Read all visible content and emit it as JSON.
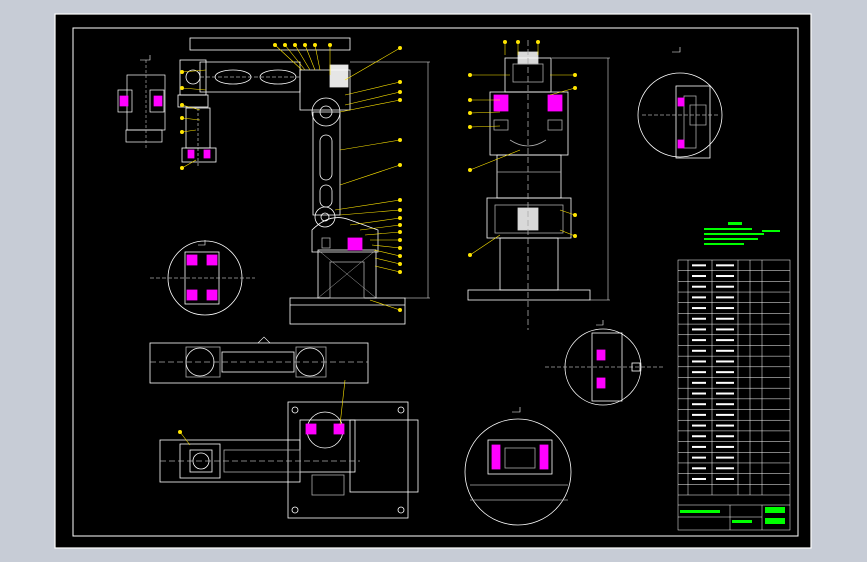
{
  "colors": {
    "background": "#c7ccd6",
    "sheet": "#000000",
    "border": "#ffffff",
    "leader": "#ffe500",
    "accent_magenta": "#ff00ff",
    "notes_green": "#00ff00",
    "hatch": "#aaaaaa"
  },
  "views": [
    {
      "id": "main-elevation",
      "label": "main-elevation-view"
    },
    {
      "id": "side-elevation",
      "label": "side-elevation-view"
    },
    {
      "id": "top-plan",
      "label": "top-plan-view"
    },
    {
      "id": "detail-a",
      "label": "detail-view-a"
    },
    {
      "id": "detail-b",
      "label": "detail-view-b"
    },
    {
      "id": "detail-c",
      "label": "detail-view-c"
    },
    {
      "id": "detail-d",
      "label": "detail-view-d"
    }
  ],
  "parts_list": {
    "rows": 22
  }
}
